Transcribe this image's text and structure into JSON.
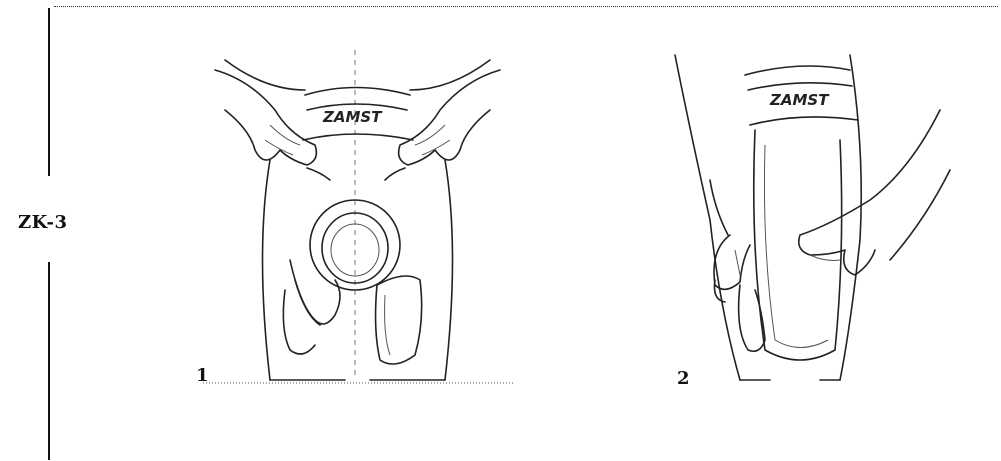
{
  "model_label": "ZK-3",
  "figures": [
    {
      "number": "1",
      "brand_text": "ZAMST"
    },
    {
      "number": "2",
      "brand_text": "ZAMST"
    }
  ]
}
